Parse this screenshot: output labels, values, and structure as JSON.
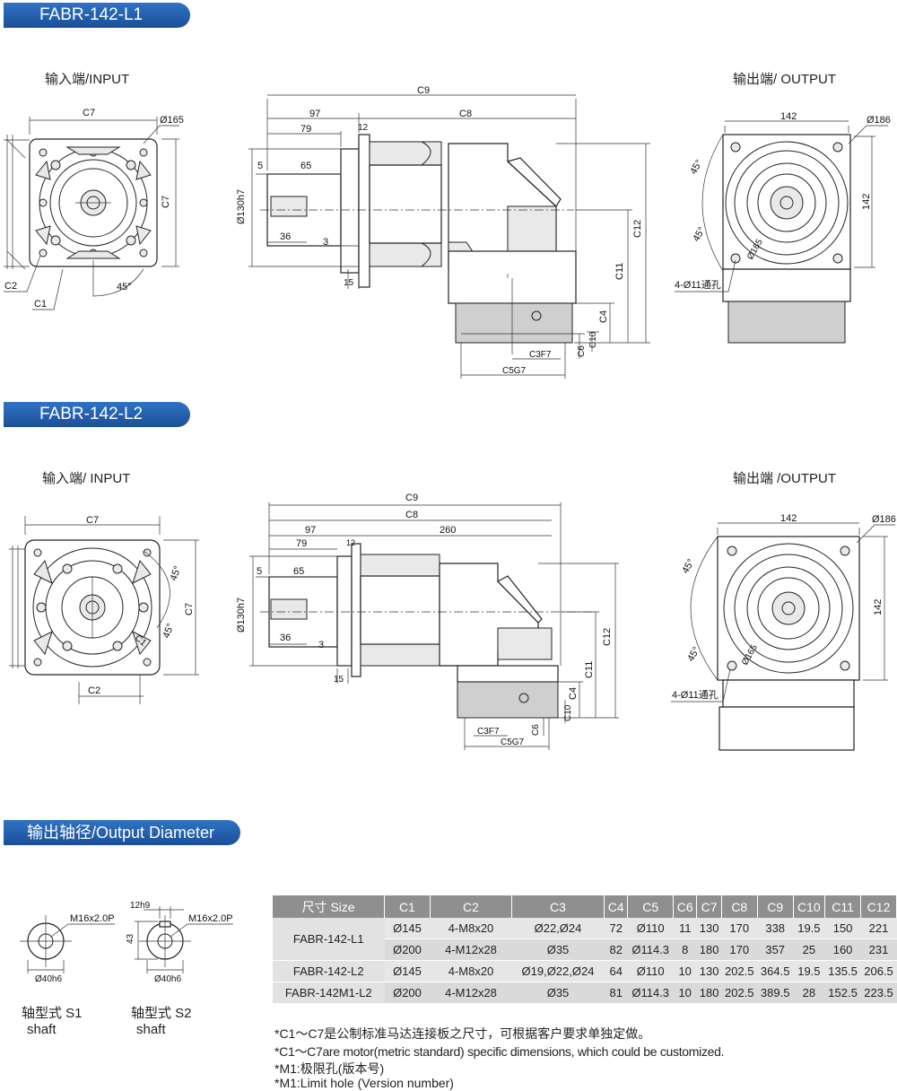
{
  "sections": {
    "l1_title": "FABR-142-L1",
    "l2_title": "FABR-142-L2",
    "output_title": "输出轴径/Output Diameter"
  },
  "l1": {
    "input_label": "输入端/INPUT",
    "output_label": "输出端/ OUTPUT",
    "dims": {
      "C7": "C7",
      "D165": "Ø165",
      "C2": "C2",
      "C1": "C1",
      "a45": "45°",
      "C9": "C9",
      "d97": "97",
      "C8": "C8",
      "d79": "79",
      "d12": "12",
      "d5": "5",
      "d65": "65",
      "D130": "Ø130h7",
      "d36": "36",
      "d3": "3",
      "d15": "15",
      "C12": "C12",
      "C11": "C11",
      "C4": "C4",
      "C10": "C10",
      "C6": "C6",
      "C3F7": "C3F7",
      "C5G7": "C5G7",
      "o142a": "142",
      "D186": "Ø186",
      "o142b": "142",
      "o45a": "45°",
      "o45b": "45°",
      "D165o": "Ø165",
      "holes": "4-Ø11通孔"
    }
  },
  "l2": {
    "input_label": "输入端/ INPUT",
    "output_label": "输出端 /OUTPUT",
    "dims": {
      "C7": "C7",
      "C7v": "C7",
      "a45a": "45°",
      "a45b": "45°",
      "C1": "C1",
      "C2": "C2",
      "C9": "C9",
      "C8": "C8",
      "d97": "97",
      "d260": "260",
      "d79": "79",
      "d12": "12",
      "d5": "5",
      "d65": "65",
      "D130": "Ø130h7",
      "d36": "36",
      "d3": "3",
      "d15": "15",
      "C12": "C12",
      "C11": "C11",
      "C4": "C4",
      "C10": "C10",
      "C6": "C6",
      "C3F7": "C3F7",
      "C5G7": "C5G7",
      "o142a": "142",
      "D186": "Ø186",
      "o142b": "142",
      "o45a": "45°",
      "o45b": "45°",
      "D165o": "Ø165",
      "holes": "4-Ø11通孔"
    }
  },
  "shafts": {
    "s1": {
      "thread": "M16x2.0P",
      "dia": "Ø40h6",
      "label_cn": "轴型式 S1",
      "label_en": "shaft"
    },
    "s2": {
      "thread": "M16x2.0P",
      "dia": "Ø40h6",
      "key": "12h9",
      "height": "43",
      "label_cn": "轴型式 S2",
      "label_en": "shaft"
    }
  },
  "table": {
    "headers": [
      "尺寸 Size",
      "C1",
      "C2",
      "C3",
      "C4",
      "C5",
      "C6",
      "C7",
      "C8",
      "C9",
      "C10",
      "C11",
      "C12"
    ],
    "rows": [
      {
        "model": "FABR-142-L1",
        "cells": [
          "Ø145",
          "4-M8x20",
          "Ø22,Ø24",
          "72",
          "Ø110",
          "11",
          "130",
          "170",
          "338",
          "19.5",
          "150",
          "221"
        ]
      },
      {
        "model": "",
        "cells": [
          "Ø200",
          "4-M12x28",
          "Ø35",
          "82",
          "Ø114.3",
          "8",
          "180",
          "170",
          "357",
          "25",
          "160",
          "231"
        ]
      },
      {
        "model": "FABR-142-L2",
        "cells": [
          "Ø145",
          "4-M8x20",
          "Ø19,Ø22,Ø24",
          "64",
          "Ø110",
          "10",
          "130",
          "202.5",
          "364.5",
          "19.5",
          "135.5",
          "206.5"
        ]
      },
      {
        "model": "FABR-142M1-L2",
        "cells": [
          "Ø200",
          "4-M12x28",
          "Ø35",
          "81",
          "Ø114.3",
          "10",
          "180",
          "202.5",
          "389.5",
          "28",
          "152.5",
          "223.5"
        ]
      }
    ]
  },
  "notes": [
    "*C1～C7是公制标准马达连接板之尺寸，可根据客户要求单独定做。",
    "*C1～C7are motor(metric standard) specific dimensions, which could be customized.",
    "*M1:极限孔(版本号)",
    "*M1:Limit hole (Version number)"
  ]
}
